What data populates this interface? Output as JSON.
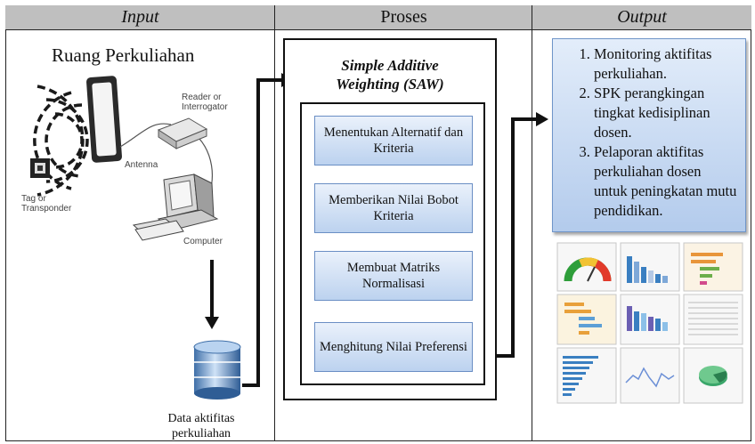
{
  "headers": {
    "input": "Input",
    "proses": "Proses",
    "output": "Output"
  },
  "input": {
    "title": "Ruang Perkuliahan",
    "labels": {
      "reader": "Reader or Interrogator",
      "antenna": "Antenna",
      "tag": "Tag or Transponder",
      "computer": "Computer"
    },
    "database_caption": "Data aktifitas perkuliahan"
  },
  "proses": {
    "title_line1": "Simple Additive",
    "title_line2": "Weighting (SAW)",
    "steps": [
      "Menentukan Alternatif dan Kriteria",
      "Memberikan Nilai Bobot Kriteria",
      "Membuat Matriks Normalisasi",
      "Menghitung Nilai Preferensi"
    ]
  },
  "output": {
    "items": [
      "Monitoring aktifitas perkuliahan.",
      "SPK perangkingan tingkat kedisiplinan dosen.",
      "Pelaporan aktifitas perkuliahan dosen untuk peningkatan mutu pendidikan."
    ]
  }
}
